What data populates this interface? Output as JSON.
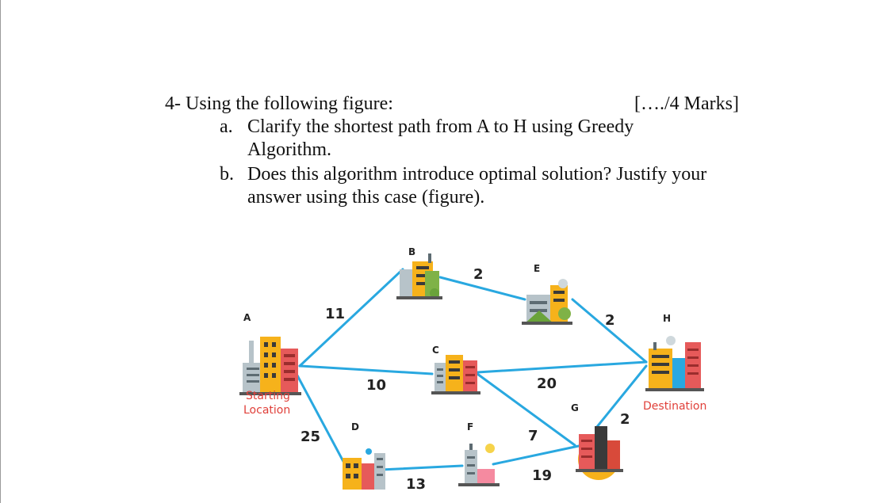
{
  "question": {
    "heading": "4- Using the following figure:",
    "marks": "[…./4 Marks]",
    "part_a_label": "a.",
    "part_a_line1": "Clarify the shortest path from A to H using Greedy",
    "part_a_line2": "Algorithm.",
    "part_b_label": "b.",
    "part_b_line1": "Does this algorithm introduce optimal solution? Justify your",
    "part_b_line2": "answer using this case (figure)."
  },
  "figure": {
    "nodes": {
      "A": "A",
      "B": "B",
      "C": "C",
      "D": "D",
      "E": "E",
      "F": "F",
      "G": "G",
      "H": "H"
    },
    "start_caption_line1": "Starting",
    "start_caption_line2": "Location",
    "destination_caption": "Destination",
    "edge_color": "#29a8e0",
    "weights": {
      "A_B": "11",
      "A_C": "10",
      "A_D": "25",
      "B_E": "2",
      "E_H": "2",
      "C_H": "20",
      "C_G": "7",
      "D_F": "13",
      "F_G": "19",
      "G_H": "2"
    }
  }
}
